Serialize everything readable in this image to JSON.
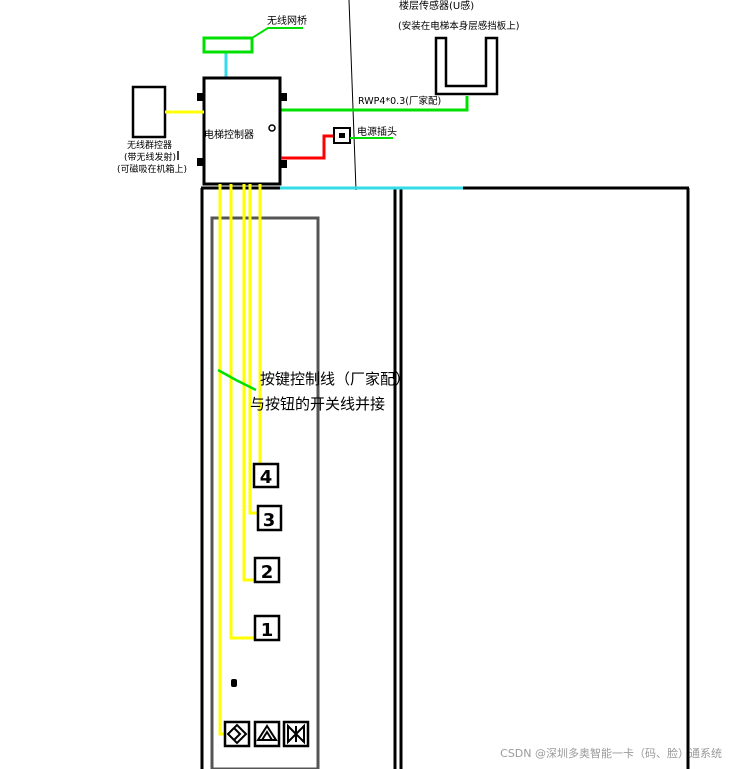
{
  "labels": {
    "wireless_bridge": "无线网桥",
    "floor_sensor": "楼层传感器(U感)",
    "floor_sensor_note": "(安装在电梯本身层感挡板上)",
    "rwp_cable": "RWP4*0.3(厂家配)",
    "elevator_controller": "电梯控制器",
    "power_plug": "电源插头",
    "group_controller_line1": "无线群控器",
    "group_controller_line2": "(带无线发射)",
    "group_controller_line3": "(可磁吸在机箱上)",
    "button_wire_line1": "按键控制线（厂家配）",
    "button_wire_line2": "与按钮的开关线并接"
  },
  "buttons": {
    "floor_4": "4",
    "floor_3": "3",
    "floor_2": "2",
    "floor_1": "1"
  },
  "watermark": "CSDN @深圳多奥智能一卡（码、脸）通系统",
  "colors": {
    "wire_yellow": "#ffff00",
    "wire_green": "#00e000",
    "wire_cyan": "#33dde8",
    "wire_red": "#ff0000",
    "outline_black": "#000000",
    "panel_gray": "#555555"
  }
}
